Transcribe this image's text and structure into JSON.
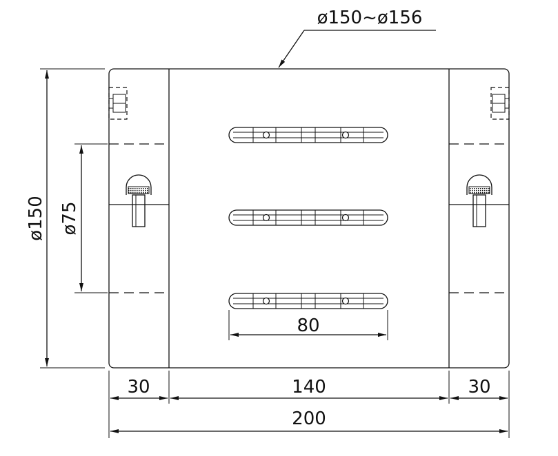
{
  "drawing": {
    "labels": {
      "outer_diameter_range": "ø150~ø156",
      "overall_height": "ø150",
      "inner_diameter": "ø75",
      "slot_length": "80",
      "left_segment": "30",
      "middle_segment": "140",
      "right_segment": "30",
      "overall_length": "200"
    },
    "line_color": "#111111",
    "background": "#ffffff"
  }
}
